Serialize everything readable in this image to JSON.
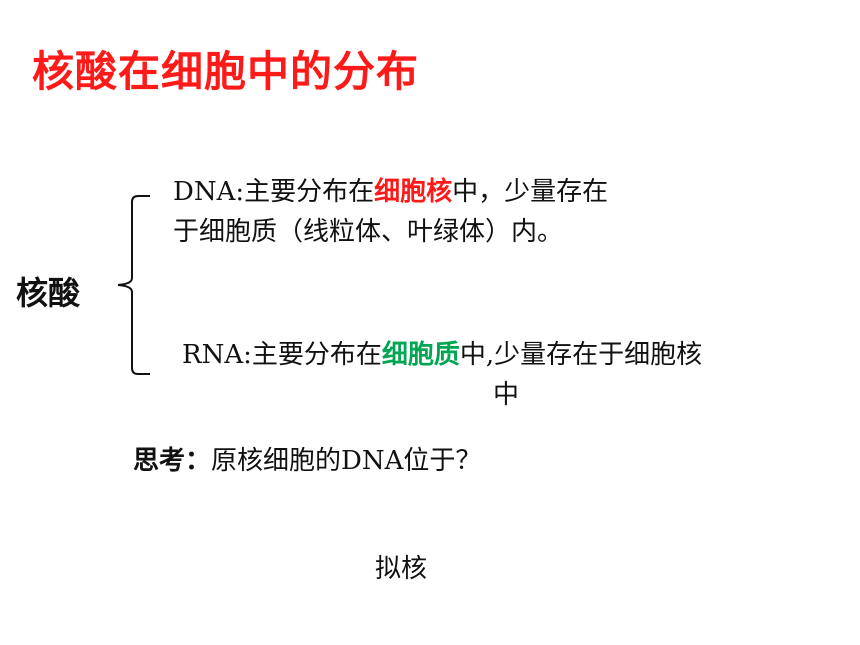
{
  "slide": {
    "title": "核酸在细胞中的分布",
    "root_label": "核酸",
    "dna": {
      "line1_prefix": "DNA:主要分布在",
      "line1_highlight": "细胞核",
      "line1_suffix": "中，少量存在",
      "line2": "于细胞质（线粒体、叶绿体）内。"
    },
    "rna": {
      "line1_prefix": "RNA:主要分布在",
      "line1_highlight": "细胞质",
      "line1_suffix": "中,少量存在于细胞核",
      "line2": "中"
    },
    "question": {
      "label": "思考：",
      "text": "原核细胞的DNA位于？"
    },
    "answer": "拟核",
    "colors": {
      "title": "#ff1a1a",
      "highlight_dna": "#ff1a1a",
      "highlight_rna": "#00a651",
      "text": "#111111"
    }
  }
}
